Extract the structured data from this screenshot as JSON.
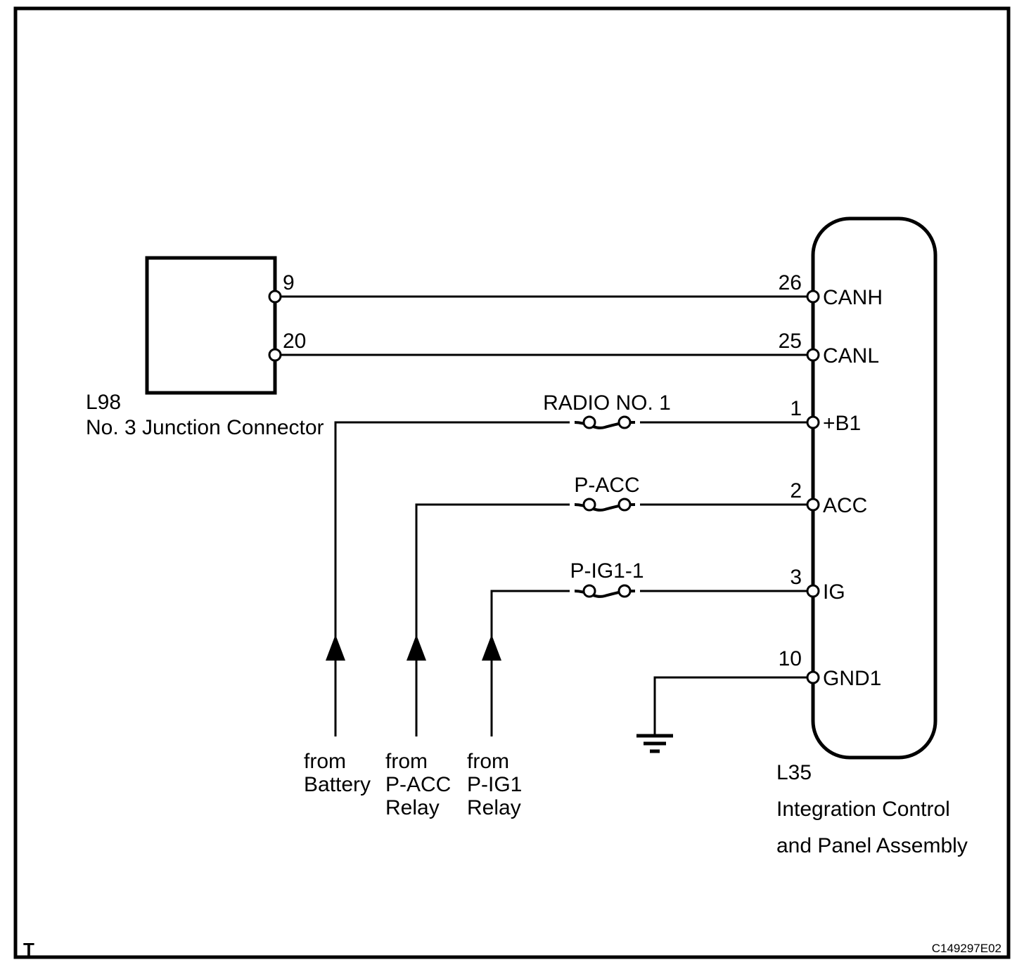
{
  "diagram": {
    "type": "automotive-wiring-diagram",
    "page_corner_mark": "T",
    "figure_code": "C149297E02",
    "left_component": {
      "ref": "L98",
      "name": "No. 3 Junction Connector",
      "pins": [
        {
          "number": "9",
          "signal": "CANH"
        },
        {
          "number": "20",
          "signal": "CANL"
        }
      ]
    },
    "right_component": {
      "ref": "L35",
      "name_line1": "Integration Control",
      "name_line2": "and Panel Assembly",
      "pins": [
        {
          "number": "26",
          "label": "CANH"
        },
        {
          "number": "25",
          "label": "CANL"
        },
        {
          "number": "1",
          "label": "+B1"
        },
        {
          "number": "2",
          "label": "ACC"
        },
        {
          "number": "3",
          "label": "IG"
        },
        {
          "number": "10",
          "label": "GND1"
        }
      ]
    },
    "wire_labels": [
      {
        "name": "RADIO NO. 1",
        "to_pin": "1"
      },
      {
        "name": "P-ACC",
        "to_pin": "2"
      },
      {
        "name": "P-IG1-1",
        "to_pin": "3"
      }
    ],
    "sources": [
      {
        "line1": "from",
        "line2": "Battery",
        "line3": ""
      },
      {
        "line1": "from",
        "line2": "P-ACC",
        "line3": "Relay"
      },
      {
        "line1": "from",
        "line2": "P-IG1",
        "line3": "Relay"
      }
    ],
    "ground": {
      "pin": "10",
      "label": "GND1",
      "symbol": "chassis-ground"
    },
    "colors": {
      "line": "#000000",
      "background": "#ffffff"
    }
  }
}
